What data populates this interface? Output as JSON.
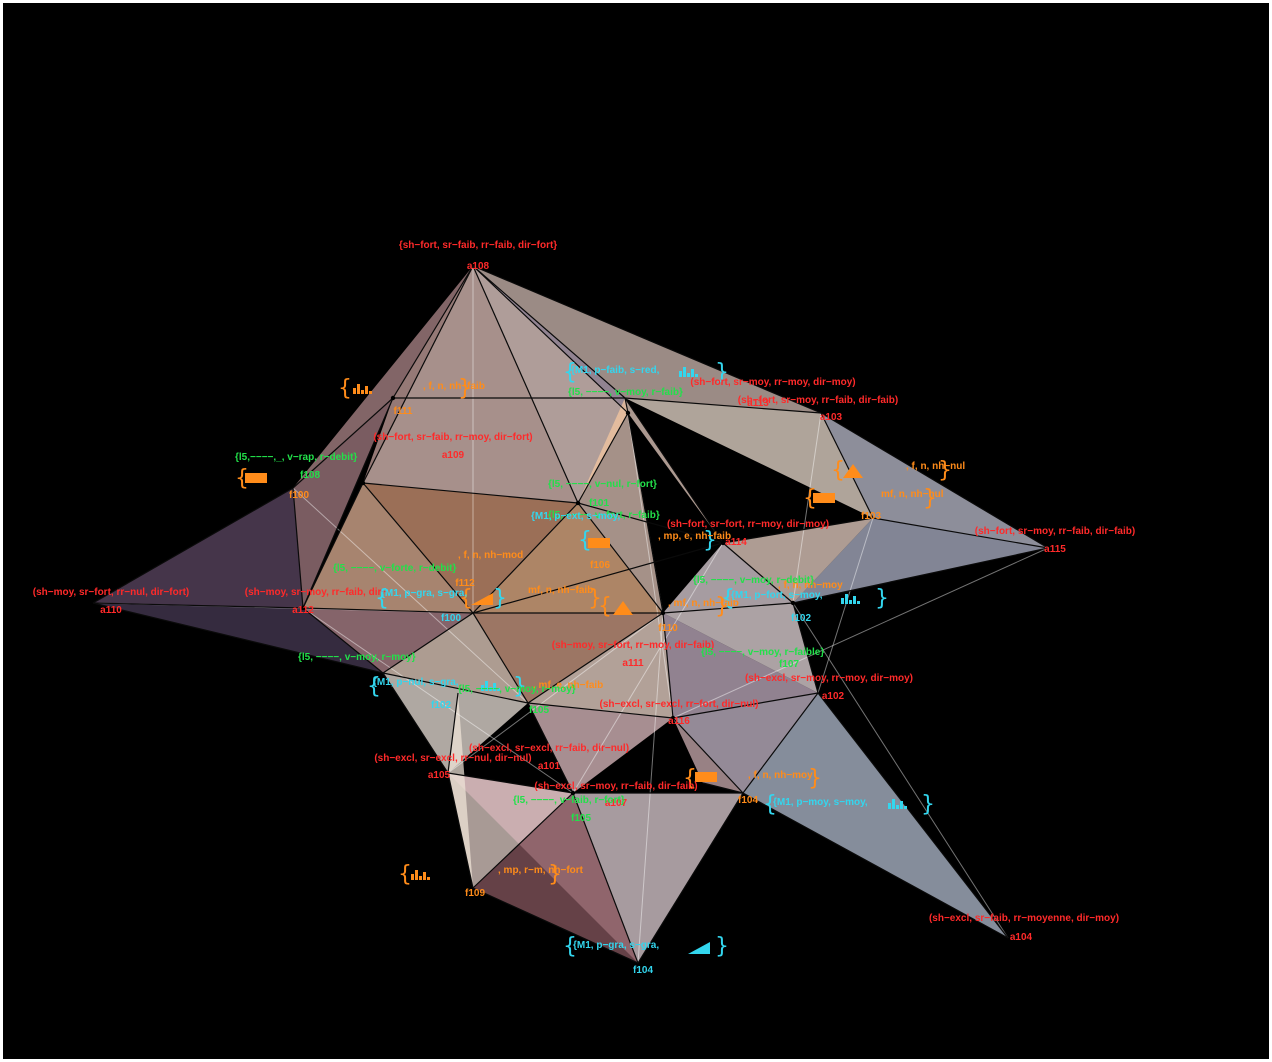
{
  "colors": {
    "background": "#000000",
    "red": "#ff2a2a",
    "orange": "#ff8c1a",
    "green": "#22e04a",
    "cyan": "#33d6ee",
    "edge": "#0a0a0a"
  },
  "red_labels": [
    {
      "id": "a108",
      "text": "{sh−fort, sr−faib, rr−faib, dir−fort}"
    },
    {
      "id": "a113",
      "text": "(sh−fort, sr−moy, rr−moy, dir−moy)"
    },
    {
      "id": "a103",
      "text": "(sh−fort, sr−moy, rr−faib, dir−faib)"
    },
    {
      "id": "a109",
      "text": "(sh−fort, sr−faib, rr−moy, dir−fort)"
    },
    {
      "id": "a114",
      "text": "(sh−fort, sr−fort, rr−moy, dir−moy)"
    },
    {
      "id": "a115",
      "text": "(sh−fort, sr−moy, rr−faib, dir−faib)"
    },
    {
      "id": "a110",
      "text": "(sh−moy, sr−fort, rr−nul, dir−fort)"
    },
    {
      "id": "a112",
      "text": "(sh−moy, sr−moy, rr−faib, dir−"
    },
    {
      "id": "a111",
      "text": "(sh−moy, sr−fort, rr−moy, dir−faib)"
    },
    {
      "id": "a102",
      "text": "(sh−excl, sr−moy, rr−moy, dir−moy)"
    },
    {
      "id": "a116",
      "text": "(sh−excl, sr−excl, rr−fort, dir−nul)"
    },
    {
      "id": "a101",
      "text": "(sh−excl, sr−excl, rr−faib, dir−nul)"
    },
    {
      "id": "a105",
      "text": "(sh−excl, sr−excl, rr−nul, dir−nul)"
    },
    {
      "id": "a107",
      "text": "(sh−excl, sr−moy, rr−faib, dir−faib)"
    },
    {
      "id": "a104",
      "text": "(sh−excl, sr−faib, rr−moyenne, dir−moy)"
    }
  ],
  "orange_labels": [
    {
      "id": "f111",
      "text": ", f, n, nh−faib"
    },
    {
      "id": "f103",
      "text": ", f, n, nh−nul"
    },
    {
      "id": "f100",
      "text": "mf, n, nh−nul"
    },
    {
      "id": "f108",
      "text": ", f, n, nh−mod"
    },
    {
      "id": "f105",
      "text": ", mp, e, nh−faib"
    },
    {
      "id": "f104",
      "text": ", f, n, nh−moy"
    },
    {
      "id": "f110",
      "text": ", mf, n, nh−faib"
    },
    {
      "id": "f106",
      "text": "mf, n, nh−faib"
    },
    {
      "id": "f112",
      "text": ", mf, e, nh−faib"
    },
    {
      "id": "f102",
      "text": ", f, n, nh−moy"
    },
    {
      "id": "f109",
      "text": ", mp, r−m, nh−fort"
    }
  ],
  "green_labels": [
    {
      "id": "f100g",
      "text": "{l5, −−−−, v−nul, r−fort}"
    },
    {
      "id": "f101",
      "text": "{l5,−−−−,_, v−rap, r−debit}"
    },
    {
      "id": "f102g",
      "text": "{l5, −−−−, v−forte, r−debit}"
    },
    {
      "id": "f107",
      "text": "{l5, −−−−, v−moy, r−faible}"
    },
    {
      "id": "f103g",
      "text": "{l5, −−−−, v−moy, r−debit}"
    },
    {
      "id": "f106g",
      "text": "{l5, −−−−, v−moy, r−moy}"
    },
    {
      "id": "f108g",
      "text": "{l5, −−−−, v−moy, r−faib}"
    },
    {
      "id": "f105g",
      "text": "{l5, −−−−, v−faib, r−fort}"
    },
    {
      "id": "f100h",
      "text": "{l5, −−−−, v−moy, r−moy}"
    },
    {
      "id": "f106h",
      "text": "{l5, −−−−, v−fort, r−faib}"
    }
  ],
  "cyan_labels": [
    {
      "id": "f102c",
      "text": "{M1, p−faib, s−red,"
    },
    {
      "id": "f101c",
      "text": "{M1, p−fort, s−moy,"
    },
    {
      "id": "f106c",
      "text": "{M1, p−ext, s−moy,"
    },
    {
      "id": "f100c",
      "text": "{M1, p−gra, s−gra,"
    },
    {
      "id": "f105c",
      "text": "{M1, p−nul, s−gra,"
    },
    {
      "id": "f108c",
      "text": "{M1, p−moy, s−moy,"
    },
    {
      "id": "f104c",
      "text": "{M1, p−gra, s−gra,"
    }
  ],
  "vertex_ids": [
    {
      "id": "a108"
    },
    {
      "id": "f111"
    },
    {
      "id": "f108"
    },
    {
      "id": "a103"
    },
    {
      "id": "a109"
    },
    {
      "id": "f100"
    },
    {
      "id": "f103"
    },
    {
      "id": "f101"
    },
    {
      "id": "a114"
    },
    {
      "id": "a115"
    },
    {
      "id": "a110"
    },
    {
      "id": "a112"
    },
    {
      "id": "f106"
    },
    {
      "id": "f112"
    },
    {
      "id": "f110"
    },
    {
      "id": "f102"
    },
    {
      "id": "a111"
    },
    {
      "id": "f107"
    },
    {
      "id": "a102"
    },
    {
      "id": "f105"
    },
    {
      "id": "a116"
    },
    {
      "id": "a105"
    },
    {
      "id": "a101"
    },
    {
      "id": "f105"
    },
    {
      "id": "f104"
    },
    {
      "id": "f109"
    },
    {
      "id": "a104"
    },
    {
      "id": "f104"
    },
    {
      "id": "f100"
    },
    {
      "id": "f102"
    }
  ]
}
